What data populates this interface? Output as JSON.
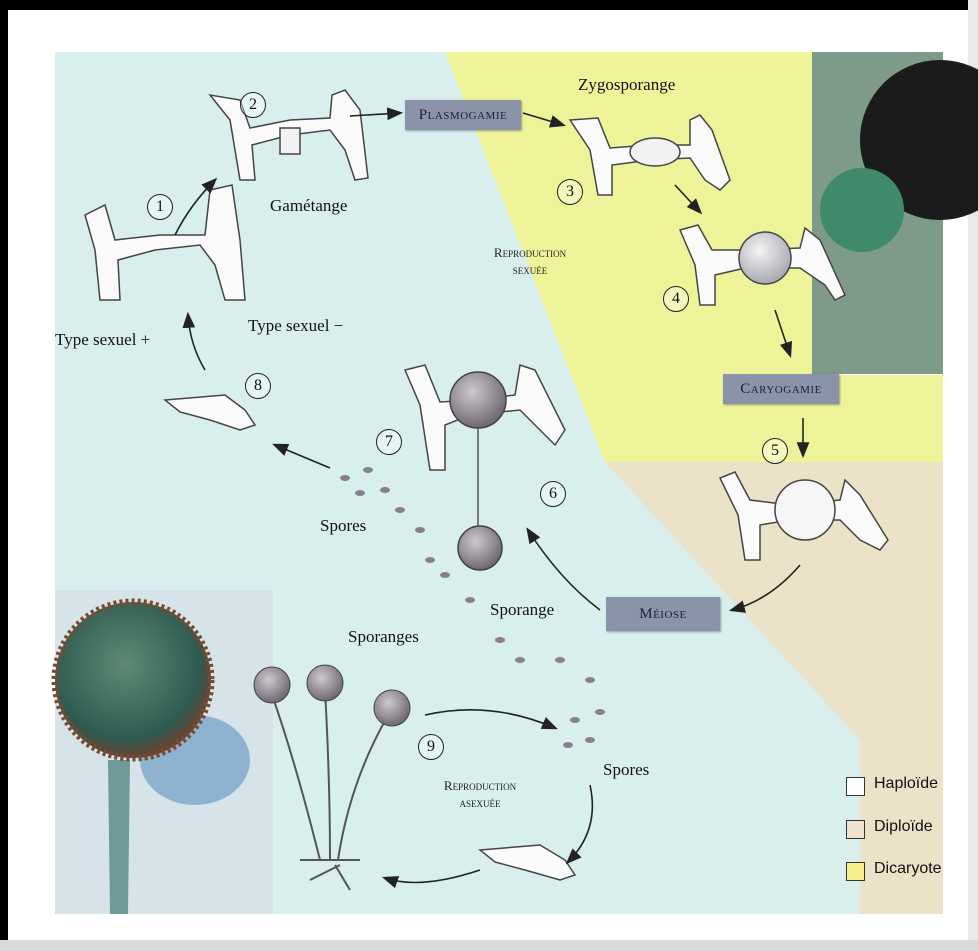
{
  "labels": {
    "type_plus": "Type sexuel +",
    "type_minus": "Type sexuel −",
    "gametange": "Gamétange",
    "zygosporange": "Zygosporange",
    "spores_top": "Spores",
    "spores_bottom": "Spores",
    "sporange": "Sporange",
    "sporanges": "Sporanges"
  },
  "stages": {
    "plasmogamie": "Plasmogamie",
    "caryogamie": "Caryogamie",
    "meiose": "Méiose"
  },
  "reproduction": {
    "sexuee_line1": "Reproduction",
    "sexuee_line2": "sexuée",
    "asexuee_line1": "Reproduction",
    "asexuee_line2": "asexuée"
  },
  "steps": [
    "1",
    "2",
    "3",
    "4",
    "5",
    "6",
    "7",
    "8",
    "9"
  ],
  "legend": [
    {
      "label": "Haploïde",
      "color": "#ffffff"
    },
    {
      "label": "Diploïde",
      "color": "#ede3cf"
    },
    {
      "label": "Dicaryote",
      "color": "#f3f08a"
    }
  ],
  "colors": {
    "haploid_region": "#d8efee",
    "diploid_region": "#ece2c8",
    "dicaryote_region": "#eef39a",
    "stage_box": "#8a93a8"
  }
}
